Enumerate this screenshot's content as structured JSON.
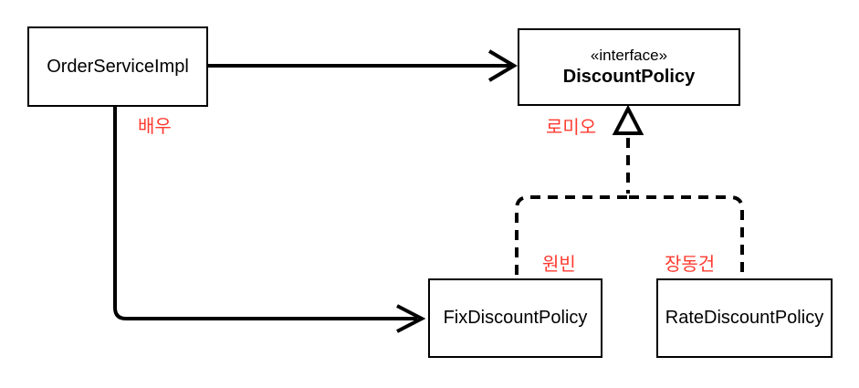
{
  "nodes": {
    "order_service_impl": {
      "label": "OrderServiceImpl"
    },
    "discount_policy": {
      "stereotype": "«interface»",
      "label": "DiscountPolicy"
    },
    "fix_discount_policy": {
      "label": "FixDiscountPolicy"
    },
    "rate_discount_policy": {
      "label": "RateDiscountPolicy"
    }
  },
  "annotations": {
    "order_service_impl": "배우",
    "discount_policy": "로미오",
    "fix_discount_policy": "원빈",
    "rate_discount_policy": "장동건"
  },
  "edges": [
    {
      "from": "OrderServiceImpl",
      "to": "DiscountPolicy",
      "type": "dependency",
      "style": "solid-open-arrow"
    },
    {
      "from": "OrderServiceImpl",
      "to": "FixDiscountPolicy",
      "type": "dependency",
      "style": "solid-open-arrow"
    },
    {
      "from": "FixDiscountPolicy",
      "to": "DiscountPolicy",
      "type": "realization",
      "style": "dashed-hollow-triangle"
    },
    {
      "from": "RateDiscountPolicy",
      "to": "DiscountPolicy",
      "type": "realization",
      "style": "dashed-hollow-triangle"
    }
  ],
  "colors": {
    "annotation": "#ff3b30",
    "line": "#000000",
    "node_background": "#ffffff"
  }
}
